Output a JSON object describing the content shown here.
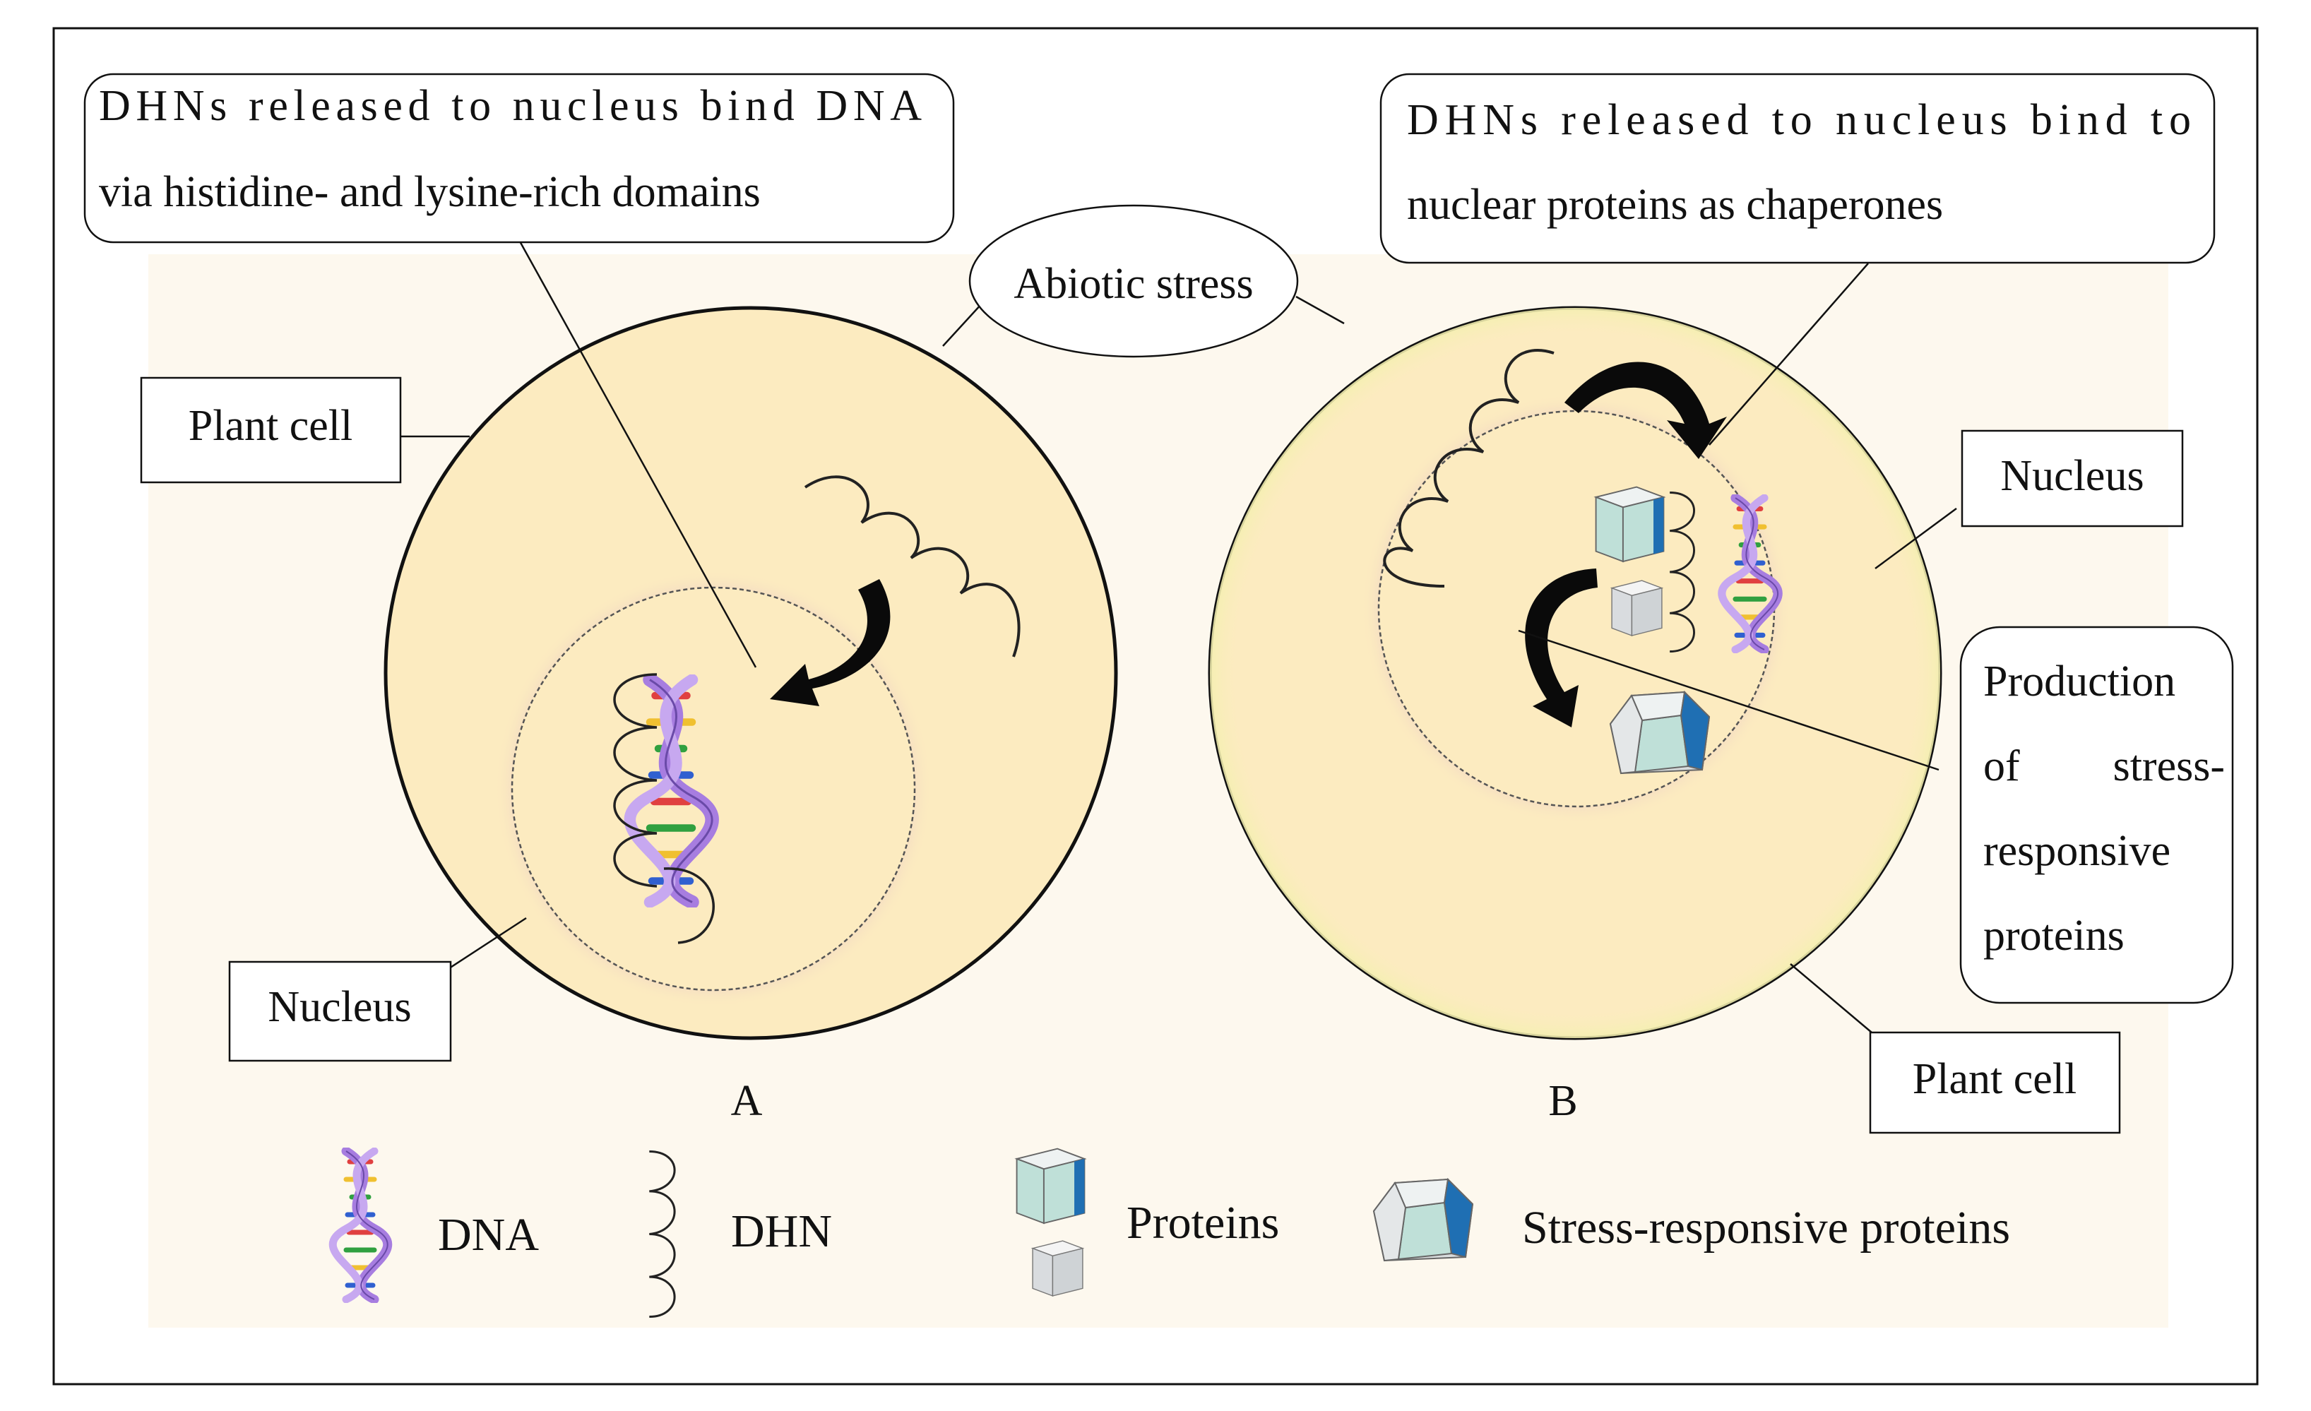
{
  "colors": {
    "cell_fill": "#fcebc0",
    "background_tint": "#fdf8ee",
    "nucleus_halo": "#d6a3c8",
    "outline": "#111111",
    "arrow": "#0a0a0a",
    "protein_teal": "#bfe0d8",
    "protein_blue": "#1f6fb3",
    "protein_gray": "#cfd3d6",
    "dna_purple": "#a77de0"
  },
  "callouts": {
    "a_top_line1": "DHNs released to nucleus bind DNA",
    "a_top_line2": "via histidine- and lysine-rich domains",
    "b_top_line1": "DHNs released to nucleus bind to",
    "b_top_line2": "nuclear proteins as chaperones",
    "abiotic_stress": "Abiotic stress",
    "plant_cell_a": "Plant cell",
    "nucleus_a": "Nucleus",
    "nucleus_b": "Nucleus",
    "production_line1": "Production",
    "production_line2_a": "of",
    "production_line2_b": "stress-",
    "production_line3": "responsive",
    "production_line4": "proteins",
    "plant_cell_b": "Plant cell"
  },
  "panels": {
    "a_label": "A",
    "b_label": "B"
  },
  "legend": {
    "dna": "DNA",
    "dhn": "DHN",
    "proteins": "Proteins",
    "stress_proteins": "Stress-responsive proteins"
  },
  "icons": {
    "dna": "dna-helix-icon",
    "dhn": "dhn-coil-icon",
    "protein": "protein-cube-icon",
    "stress_protein": "stress-protein-pentagon-icon",
    "arrow": "curved-arrow-icon"
  }
}
